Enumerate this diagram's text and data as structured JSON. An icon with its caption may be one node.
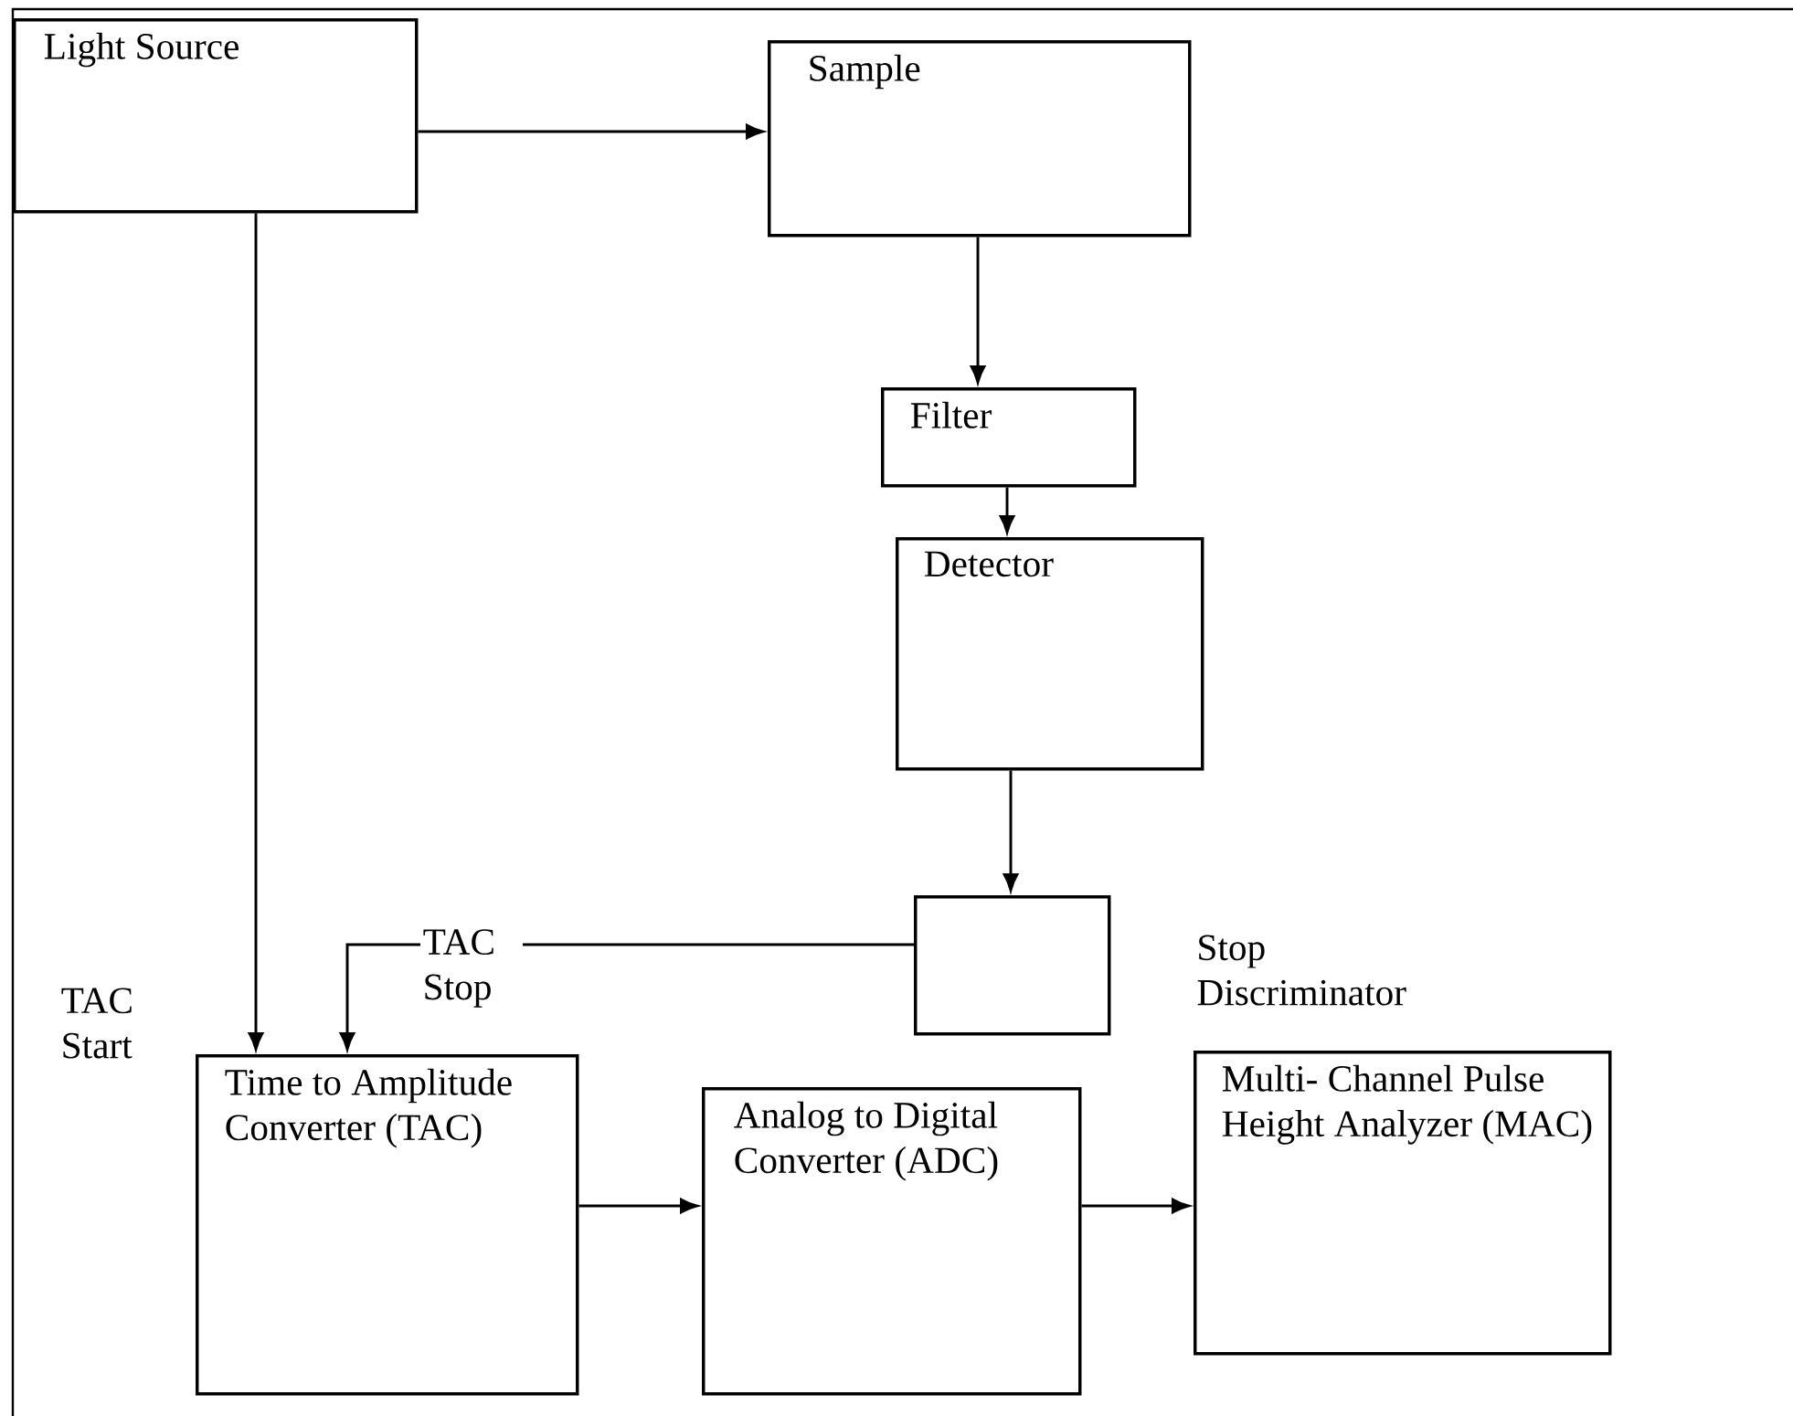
{
  "diagram": {
    "nodes": [
      {
        "text": [
          "Light Source"
        ]
      },
      {
        "text": [
          "Sample"
        ]
      },
      {
        "text": [
          "Filter"
        ]
      },
      {
        "text": [
          "Detector"
        ]
      },
      {
        "text": [],
        "shape": "box"
      },
      {
        "text": [
          "Time to Amplitude Converter (TAC)"
        ]
      },
      {
        "text": [
          "Analog to Digital Converter (ADC)"
        ]
      },
      {
        "text": [
          "Multi- Channel Pulse Height Analyzer (MAC)"
        ]
      }
    ],
    "edges": [
      {
        "from": 0,
        "to": 1,
        "arrow": "to"
      },
      {
        "from": 1,
        "to": 2,
        "arrow": "to"
      },
      {
        "from": 2,
        "to": 3,
        "arrow": "to"
      },
      {
        "from": 3,
        "to": 4,
        "arrow": "to"
      },
      {
        "from": 0,
        "to": 5,
        "arrow": "to",
        "label": "TAC Start"
      },
      {
        "from": 4,
        "to": 5,
        "arrow": "to",
        "label": "TAC Stop"
      },
      {
        "from": 5,
        "to": 6,
        "arrow": "to"
      },
      {
        "from": 6,
        "to": 7,
        "arrow": "to"
      }
    ],
    "labels": [
      "Stop Discriminator"
    ]
  }
}
